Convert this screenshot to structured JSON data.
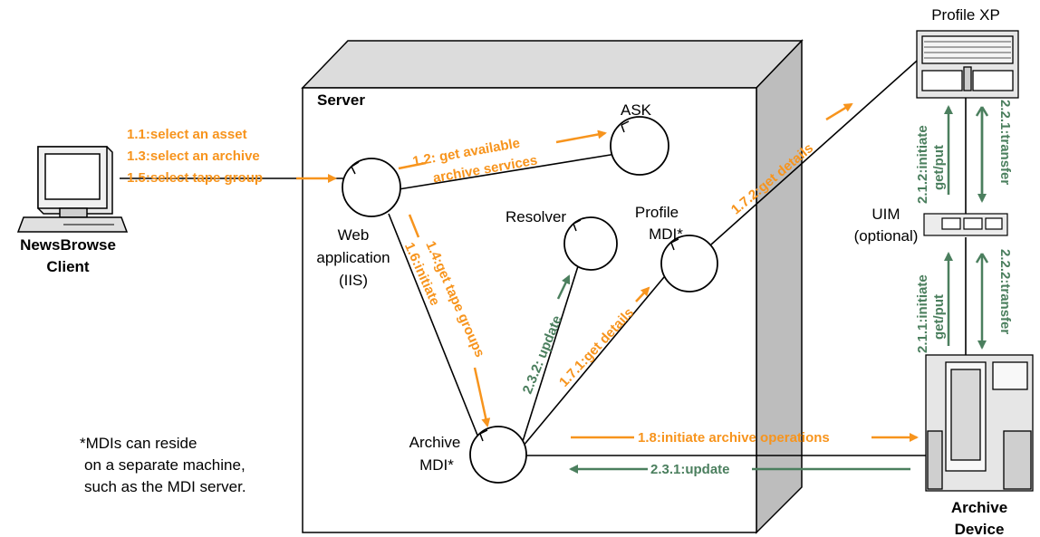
{
  "nodes": {
    "server": "Server",
    "ask": "ASK",
    "web_app": [
      "Web",
      "application",
      "(IIS)"
    ],
    "resolver": "Resolver",
    "profile_mdi": [
      "Profile",
      "MDI*"
    ],
    "archive_mdi": [
      "Archive",
      "MDI*"
    ],
    "client": [
      "NewsBrowse",
      "Client"
    ],
    "profile_xp": "Profile XP",
    "uim": [
      "UIM",
      "(optional)"
    ],
    "archive_device": [
      "Archive",
      "Device"
    ]
  },
  "flows": {
    "f1_1": "1.1:select an asset",
    "f1_3": "1.3:select an archive",
    "f1_5": "1.5:select tape group",
    "f1_2a": "1.2: get available",
    "f1_2b": "archive services",
    "f1_4": "1.4:get tape groups",
    "f1_6": "1.6:initiate",
    "f2_3_2": "2.3.2: update",
    "f1_7_1": "1.7.1:get details",
    "f1_7_2": "1.7.2:get details",
    "f1_8": "1.8:initiate archive operations",
    "f2_3_1": "2.3.1:update",
    "f2_1_2a": "2.1.2:initiate",
    "f2_1_2b": "get/put",
    "f2_2_1": "2.2.1:transfer",
    "f2_1_1a": "2.1.1:initiate",
    "f2_1_1b": "get/put",
    "f2_2_2": "2.2.2:transfer"
  },
  "note": [
    "*MDIs can reside",
    "on a separate machine,",
    "such as the MDI server."
  ],
  "colors": {
    "orange": "#f7941d",
    "green": "#4b7f5e",
    "box_side": "#bdbdbd"
  }
}
